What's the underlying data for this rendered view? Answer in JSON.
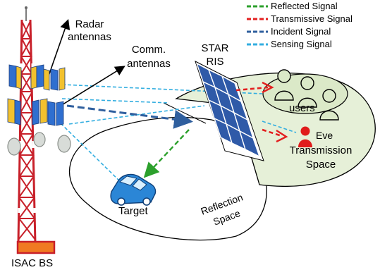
{
  "labels": {
    "radar_antennas_line1": "Radar",
    "radar_antennas_line2": "antennas",
    "comm_antennas_line1": "Comm.",
    "comm_antennas_line2": "antennas",
    "star_ris_line1": "STAR",
    "star_ris_line2": "RIS",
    "users": "users",
    "eve": "Eve",
    "transmission_space_line1": "Transmission",
    "transmission_space_line2": "Space",
    "reflection_space_line1": "Reflection",
    "reflection_space_line2": "Space",
    "target": "Target",
    "isac_bs": "ISAC BS"
  },
  "legend": [
    {
      "label": "Reflected Signal",
      "color": "#2ca02c"
    },
    {
      "label": "Transmissive Signal",
      "color": "#e32020"
    },
    {
      "label": "Incident Signal",
      "color": "#2f5f9e"
    },
    {
      "label": "Sensing Signal",
      "color": "#33aee0"
    }
  ],
  "colors": {
    "tower": "#c8202a",
    "ris_panel": "#2f5aa8",
    "user_zone": "#e3efd4",
    "eve": "#e01b1b",
    "target_car": "#2b86d6"
  }
}
